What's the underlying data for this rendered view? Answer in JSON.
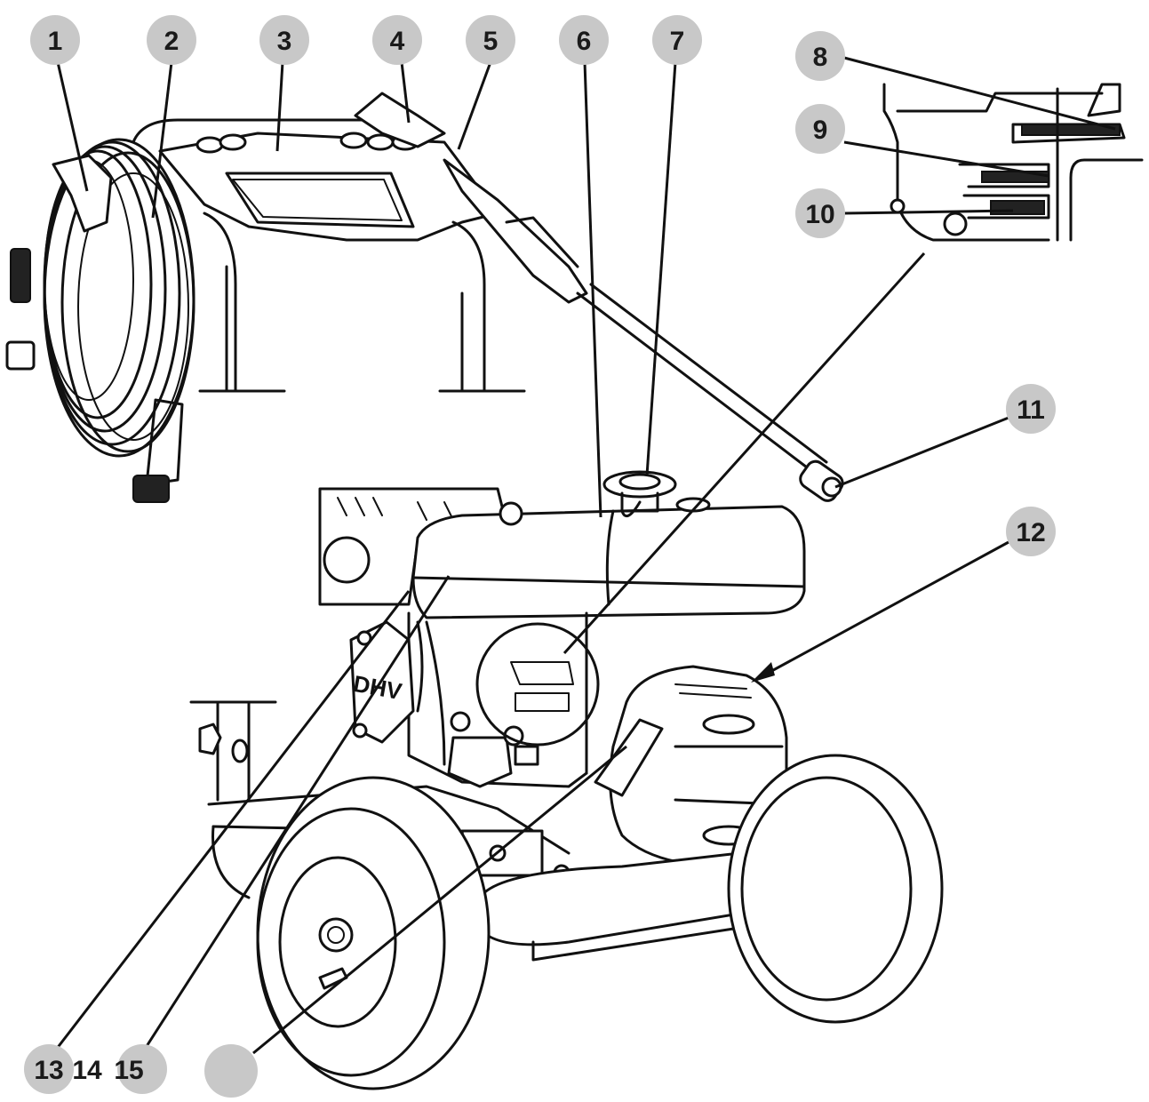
{
  "callouts": {
    "c1": "1",
    "c2": "2",
    "c3": "3",
    "c4": "4",
    "c5": "5",
    "c6": "6",
    "c7": "7",
    "c8": "8",
    "c9": "9",
    "c10": "10",
    "c11": "11",
    "c12": "12",
    "c13": "13",
    "c14": "14",
    "c15": "15",
    "c16": ""
  },
  "colors": {
    "callout_fill": "#c8c8c8",
    "ink": "#111111",
    "background": "#ffffff"
  }
}
